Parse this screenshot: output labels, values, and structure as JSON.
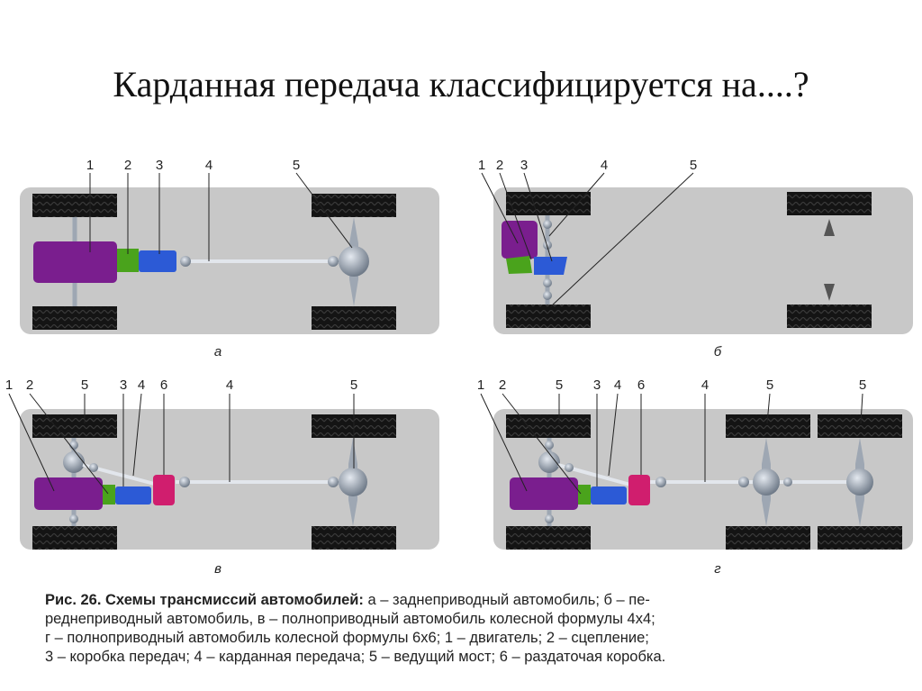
{
  "slide": {
    "title": "Карданная передача классифицируется на....?"
  },
  "colors": {
    "panel": "#c8c8c8",
    "tire": "#141414",
    "engine": "#7a1e8e",
    "clutch": "#4aa31c",
    "gearbox": "#2c5ad6",
    "transfer": "#d01e6e",
    "shaft": "#d8dde6",
    "axle": "#9ea7b3"
  },
  "panels": [
    {
      "letter": "а",
      "labels": [
        "1",
        "2",
        "3",
        "4",
        "5"
      ]
    },
    {
      "letter": "б",
      "labels": [
        "1",
        "2",
        "3",
        "4",
        "5"
      ]
    },
    {
      "letter": "в",
      "labels": [
        "1",
        "2",
        "5",
        "3",
        "4",
        "6",
        "4",
        "5"
      ]
    },
    {
      "letter": "г",
      "labels": [
        "1",
        "2",
        "5",
        "3",
        "4",
        "6",
        "4",
        "5",
        "5"
      ]
    }
  ],
  "caption": {
    "fig": "Рис. 26. Схемы трансмиссий автомобилей:",
    "line1_rest": " а – заднеприводный автомобиль; б – пе-",
    "line2": "реднеприводный автомобиль, в – полноприводный автомобиль колесной формулы 4х4;",
    "line3": "г – полноприводный автомобиль колесной формулы 6х6; 1 – двигатель; 2 – сцепление;",
    "line4": "3 – коробка передач; 4 – карданная передача; 5 – ведущий мост; 6 – раздаточая коробка."
  }
}
